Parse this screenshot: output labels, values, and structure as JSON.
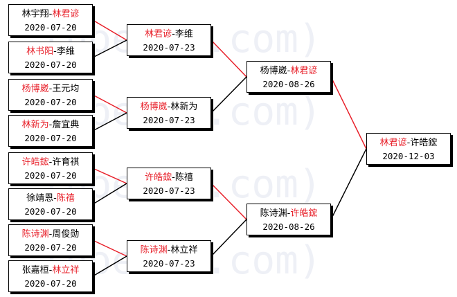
{
  "watermark": "(hoetom.com)",
  "colors": {
    "winner": "#e8202a",
    "loser": "#000000",
    "winner_line": "#e8202a",
    "loser_line": "#000000"
  },
  "round1": [
    {
      "p1": "林宇翔",
      "p2": "林君谚",
      "date": "2020-07-20",
      "winner": 2
    },
    {
      "p1": "林书阳",
      "p2": "李维",
      "date": "2020-07-20",
      "winner": 1
    },
    {
      "p1": "杨博崴",
      "p2": "王元均",
      "date": "2020-07-20",
      "winner": 1
    },
    {
      "p1": "林新为",
      "p2": "詹宜典",
      "date": "2020-07-20",
      "winner": 1
    },
    {
      "p1": "许皓鋐",
      "p2": "许育祺",
      "date": "2020-07-20",
      "winner": 1
    },
    {
      "p1": "徐靖恩",
      "p2": "陈禧",
      "date": "2020-07-20",
      "winner": 2
    },
    {
      "p1": "陈诗渊",
      "p2": "周俊勋",
      "date": "2020-07-20",
      "winner": 1
    },
    {
      "p1": "张嘉桓",
      "p2": "林立祥",
      "date": "2020-07-20",
      "winner": 2
    }
  ],
  "round2": [
    {
      "p1": "林君谚",
      "p2": "李维",
      "date": "2020-07-23",
      "winner": 1
    },
    {
      "p1": "杨博崴",
      "p2": "林新为",
      "date": "2020-07-23",
      "winner": 1
    },
    {
      "p1": "许皓鋐",
      "p2": "陈禧",
      "date": "2020-07-23",
      "winner": 1
    },
    {
      "p1": "陈诗渊",
      "p2": "林立祥",
      "date": "2020-07-23",
      "winner": 1
    }
  ],
  "round3": [
    {
      "p1": "杨博崴",
      "p2": "林君谚",
      "date": "2020-08-26",
      "winner": 2
    },
    {
      "p1": "陈诗渊",
      "p2": "许皓鋐",
      "date": "2020-08-26",
      "winner": 2
    }
  ],
  "final": [
    {
      "p1": "林君谚",
      "p2": "许皓鋐",
      "date": "2020-12-03",
      "winner": 1
    }
  ]
}
